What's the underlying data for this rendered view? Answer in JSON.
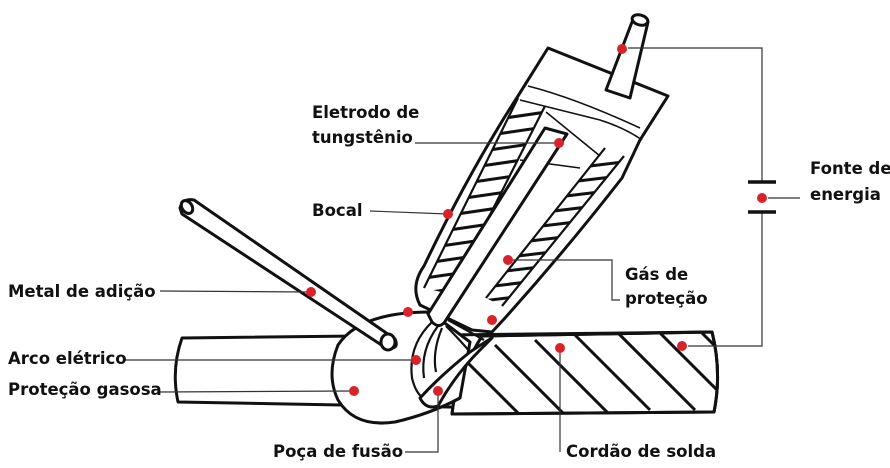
{
  "labels": {
    "eletrodo_l1": "Eletrodo de",
    "eletrodo_l2": "tungstênio",
    "bocal": "Bocal",
    "metal": "Metal de adição",
    "arco": "Arco elétrico",
    "protecao": "Proteção gasosa",
    "poca": "Poça de fusão",
    "cordao": "Cordão de solda",
    "gas_l1": "Gás de",
    "gas_l2": "proteção",
    "fonte_l1": "Fonte de",
    "fonte_l2": "energia"
  },
  "colors": {
    "marker": "#d8232a",
    "ink": "#111111",
    "background": "#ffffff"
  }
}
